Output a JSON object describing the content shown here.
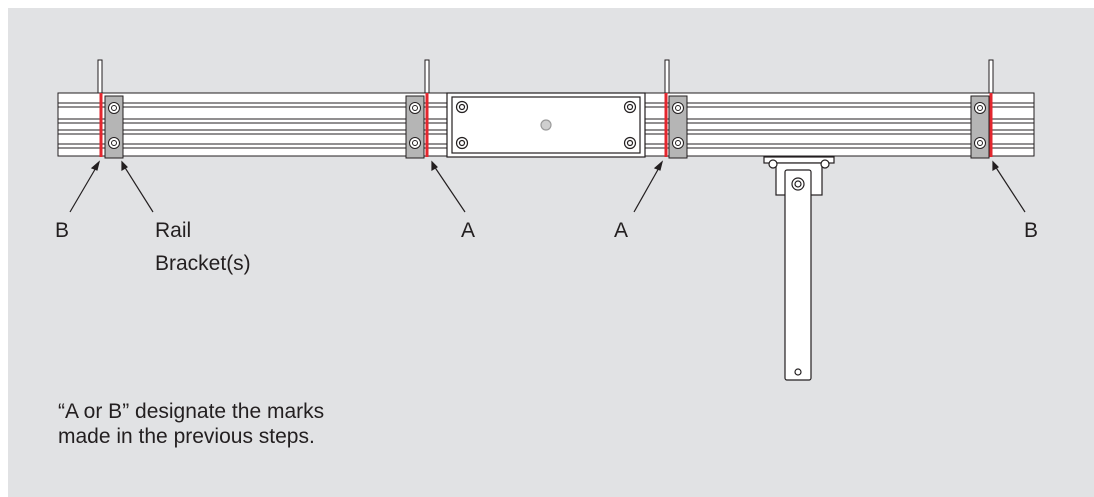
{
  "labels": {
    "b_left": "B",
    "rail_bracket_line1": "Rail",
    "rail_bracket_line2": "Bracket(s)",
    "a_left": "A",
    "a_right": "A",
    "b_right": "B"
  },
  "note": {
    "line1": "“A or B” designate the marks",
    "line2": "made in the previous steps."
  },
  "colors": {
    "background": "#e1e2e4",
    "rail_fill": "#ffffff",
    "outline": "#231f20",
    "bracket_fill": "#b5b5b5",
    "mark": "#e3262e",
    "text": "#231f20"
  }
}
